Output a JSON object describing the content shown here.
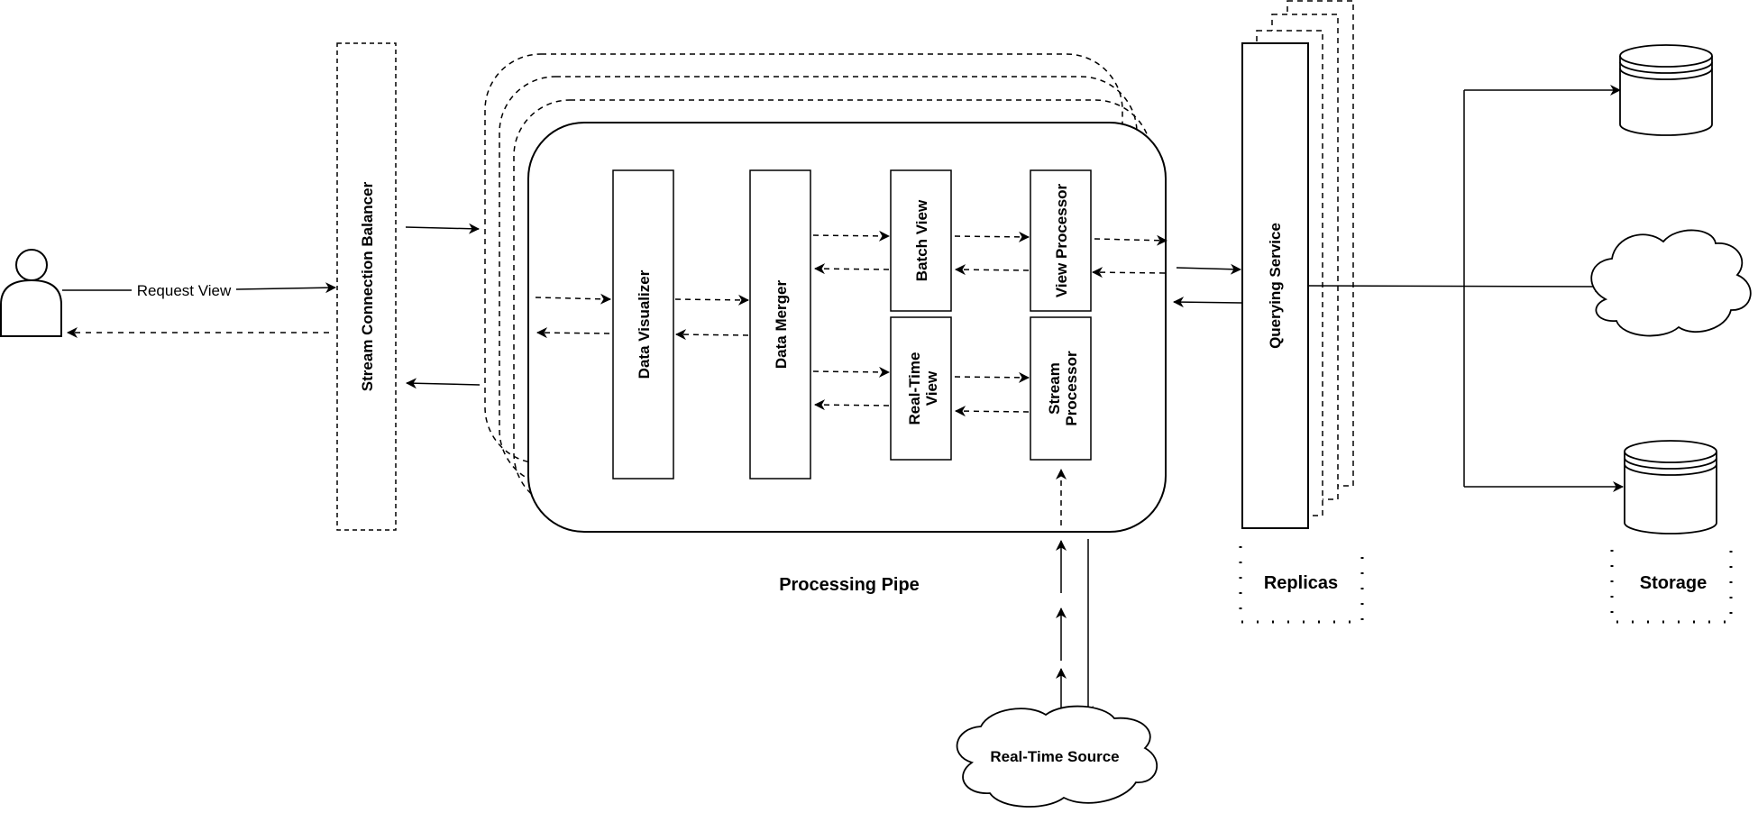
{
  "diagram": {
    "actor": {
      "name": "user",
      "request_label": "Request View"
    },
    "balancer": {
      "label": "Stream Connection Balancer"
    },
    "pipe": {
      "label": "Processing Pipe",
      "components": {
        "visualizer": "Data Visualizer",
        "merger": "Data Merger",
        "batch_view": "Batch View",
        "realtime_view_line1": "Real-Time",
        "realtime_view_line2": "View",
        "view_processor": "View Processor",
        "stream_processor_line1": "Stream",
        "stream_processor_line2": "Processor"
      }
    },
    "querying": {
      "label": "Querying Service",
      "replicas_label": "Replicas"
    },
    "storage": {
      "label": "Storage"
    },
    "source": {
      "label": "Real-Time Source"
    }
  }
}
